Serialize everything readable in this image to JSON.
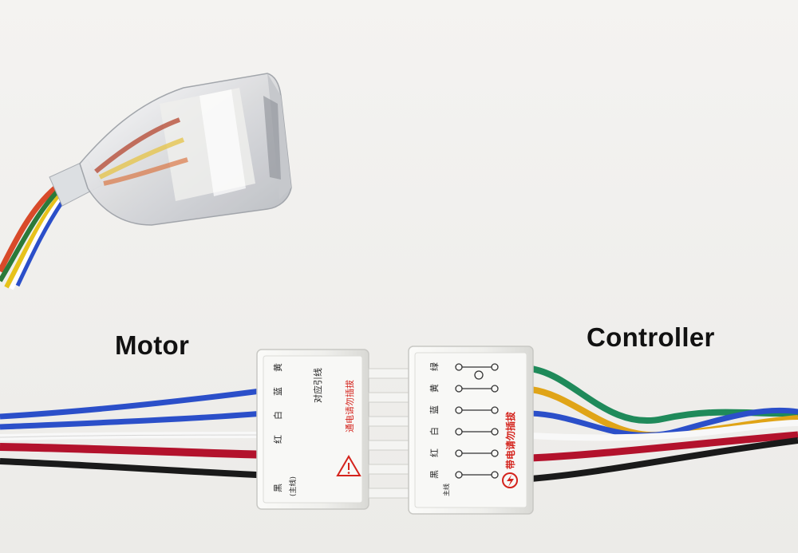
{
  "labels": {
    "motor": "Motor",
    "controller": "Controller"
  },
  "colors": {
    "background": "#f1f0ee",
    "wire_blue": "#2b4fc9",
    "wire_green": "#1f8a5a",
    "wire_yellow": "#e0a417",
    "wire_red": "#b3122c",
    "wire_black": "#1a1a1a",
    "wire_white": "#f7f7f7",
    "connector_body": "#f3f3f0",
    "warning_red": "#d4231c"
  },
  "motor_connector": {
    "color_labels": [
      "黑",
      "红",
      "白",
      "蓝",
      "黄"
    ],
    "main_line_note": "(主线)",
    "pin_note": "对应引线",
    "warning_text": "通电请勿插拔"
  },
  "controller_connector": {
    "color_labels": [
      "黑",
      "红",
      "白",
      "蓝",
      "黄",
      "绿"
    ],
    "main_line_note": "主线",
    "warning_text": "带电请勿插拔"
  }
}
